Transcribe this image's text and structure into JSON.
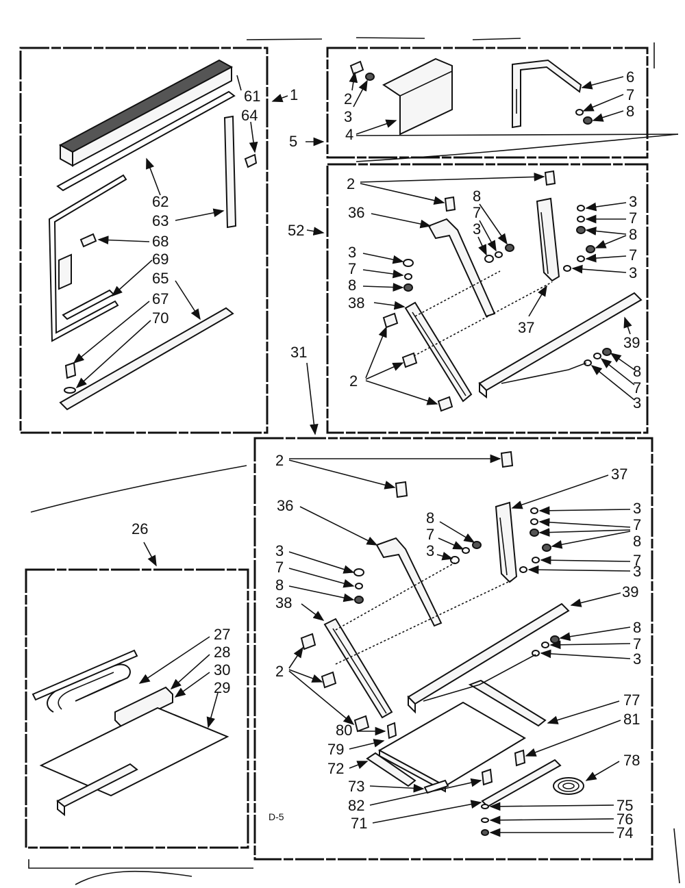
{
  "figure_code": "D-5",
  "labels": {
    "1": "1",
    "2": "2",
    "3": "3",
    "4": "4",
    "5": "5",
    "6": "6",
    "7": "7",
    "8": "8",
    "26": "26",
    "27": "27",
    "28": "28",
    "29": "29",
    "30": "30",
    "31": "31",
    "36": "36",
    "37": "37",
    "38": "38",
    "39": "39",
    "52": "52",
    "61": "61",
    "62": "62",
    "63": "63",
    "64": "64",
    "65": "65",
    "67": "67",
    "68": "68",
    "69": "69",
    "70": "70",
    "71": "71",
    "72": "72",
    "73": "73",
    "74": "74",
    "75": "75",
    "76": "76",
    "77": "77",
    "78": "78",
    "79": "79",
    "80": "80",
    "81": "81",
    "82": "82"
  }
}
